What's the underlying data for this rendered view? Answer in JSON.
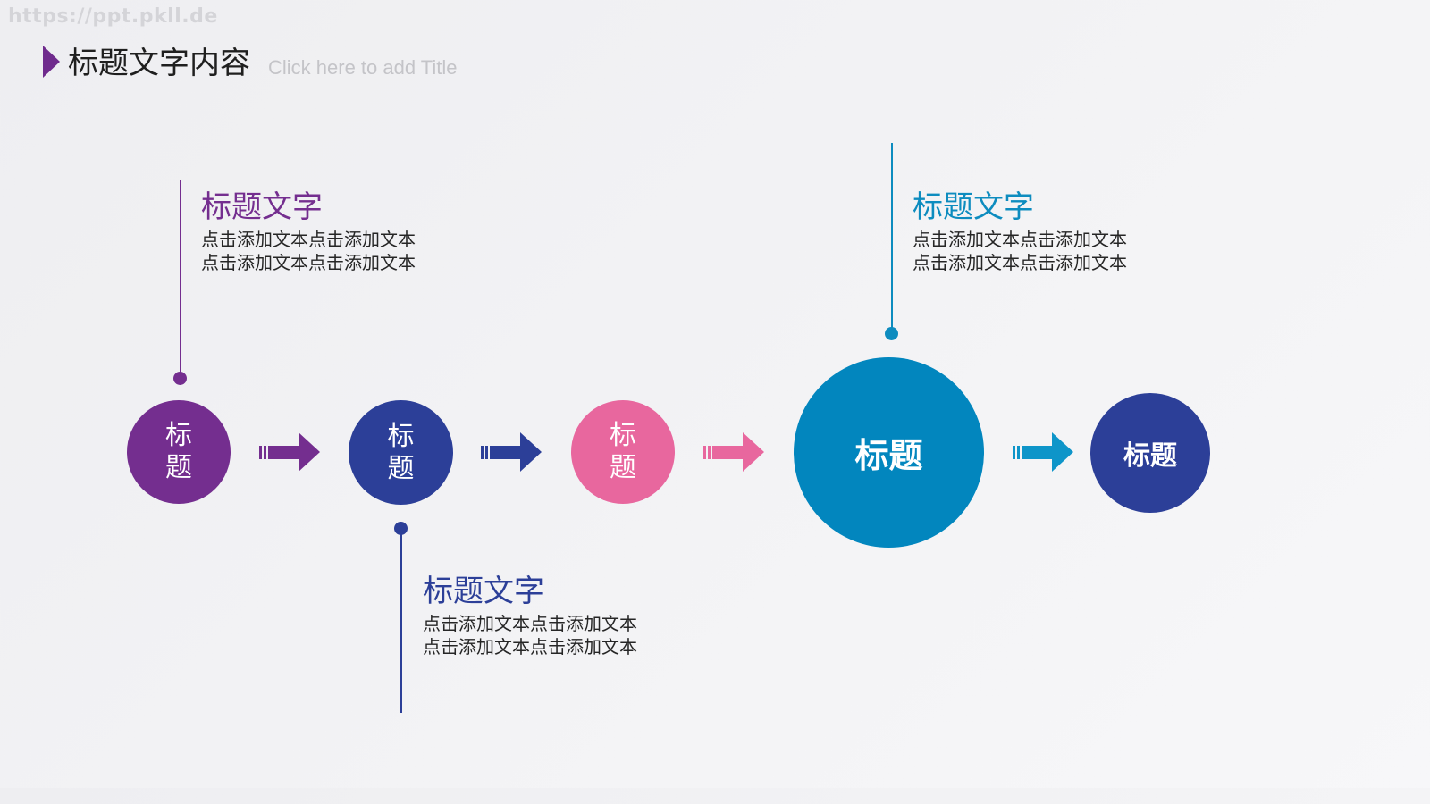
{
  "watermark": "https://ppt.pkll.de",
  "header": {
    "title": "标题文字内容",
    "subtitle": "Click here to add Title"
  },
  "colors": {
    "purple": "#742e8f",
    "navy": "#2c3f98",
    "pink": "#e8679e",
    "teal": "#0286be",
    "teal_text": "#0d8cbf",
    "marker": "#6f2b8d"
  },
  "callouts": [
    {
      "title": "标题文字",
      "lines": [
        "点击添加文本点击添加文本",
        "点击添加文本点击添加文本"
      ],
      "color": "#742e8f"
    },
    {
      "title": "标题文字",
      "lines": [
        "点击添加文本点击添加文本",
        "点击添加文本点击添加文本"
      ],
      "color": "#2c3f98"
    },
    {
      "title": "标题文字",
      "lines": [
        "点击添加文本点击添加文本",
        "点击添加文本点击添加文本"
      ],
      "color": "#0d8cbf"
    }
  ],
  "steps": [
    {
      "label": "标题",
      "color": "#742e8f"
    },
    {
      "label": "标题",
      "color": "#2c3f98"
    },
    {
      "label": "标题",
      "color": "#e8679e"
    },
    {
      "label": "标题",
      "color": "#0286be"
    },
    {
      "label": "标题",
      "color": "#2c3f98"
    }
  ],
  "arrows": [
    {
      "color": "#742e8f",
      "icon": "arrow-right-icon"
    },
    {
      "color": "#2c3f98",
      "icon": "arrow-right-icon"
    },
    {
      "color": "#e8679e",
      "icon": "arrow-right-icon"
    },
    {
      "color": "#0e95c9",
      "icon": "arrow-right-icon"
    }
  ]
}
